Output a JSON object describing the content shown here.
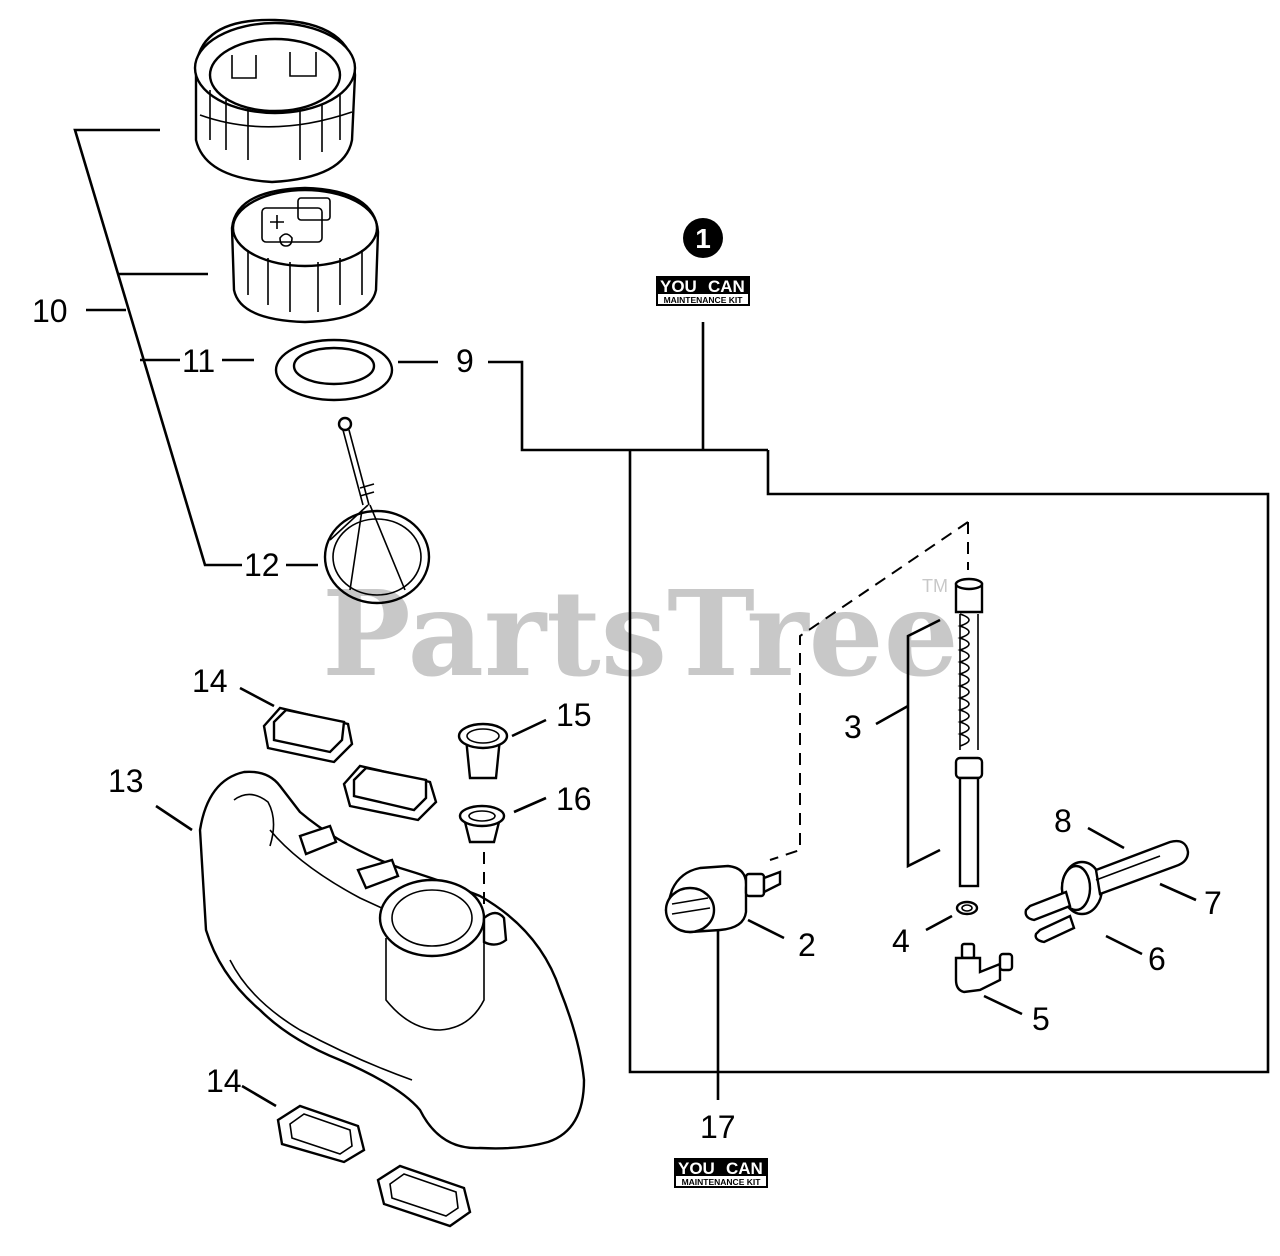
{
  "watermark": {
    "text": "PartsTree",
    "tm": "TM"
  },
  "kit_badge": {
    "number": "1",
    "brand_left": "YOU",
    "brand_right": "CAN",
    "subtitle": "MAINTENANCE KIT"
  },
  "callouts": {
    "c2": "2",
    "c3": "3",
    "c4": "4",
    "c5": "5",
    "c6": "6",
    "c7": "7",
    "c8": "8",
    "c9": "9",
    "c10": "10",
    "c11": "11",
    "c12": "12",
    "c13": "13",
    "c14a": "14",
    "c14b": "14",
    "c15": "15",
    "c16": "16",
    "c17": "17"
  }
}
